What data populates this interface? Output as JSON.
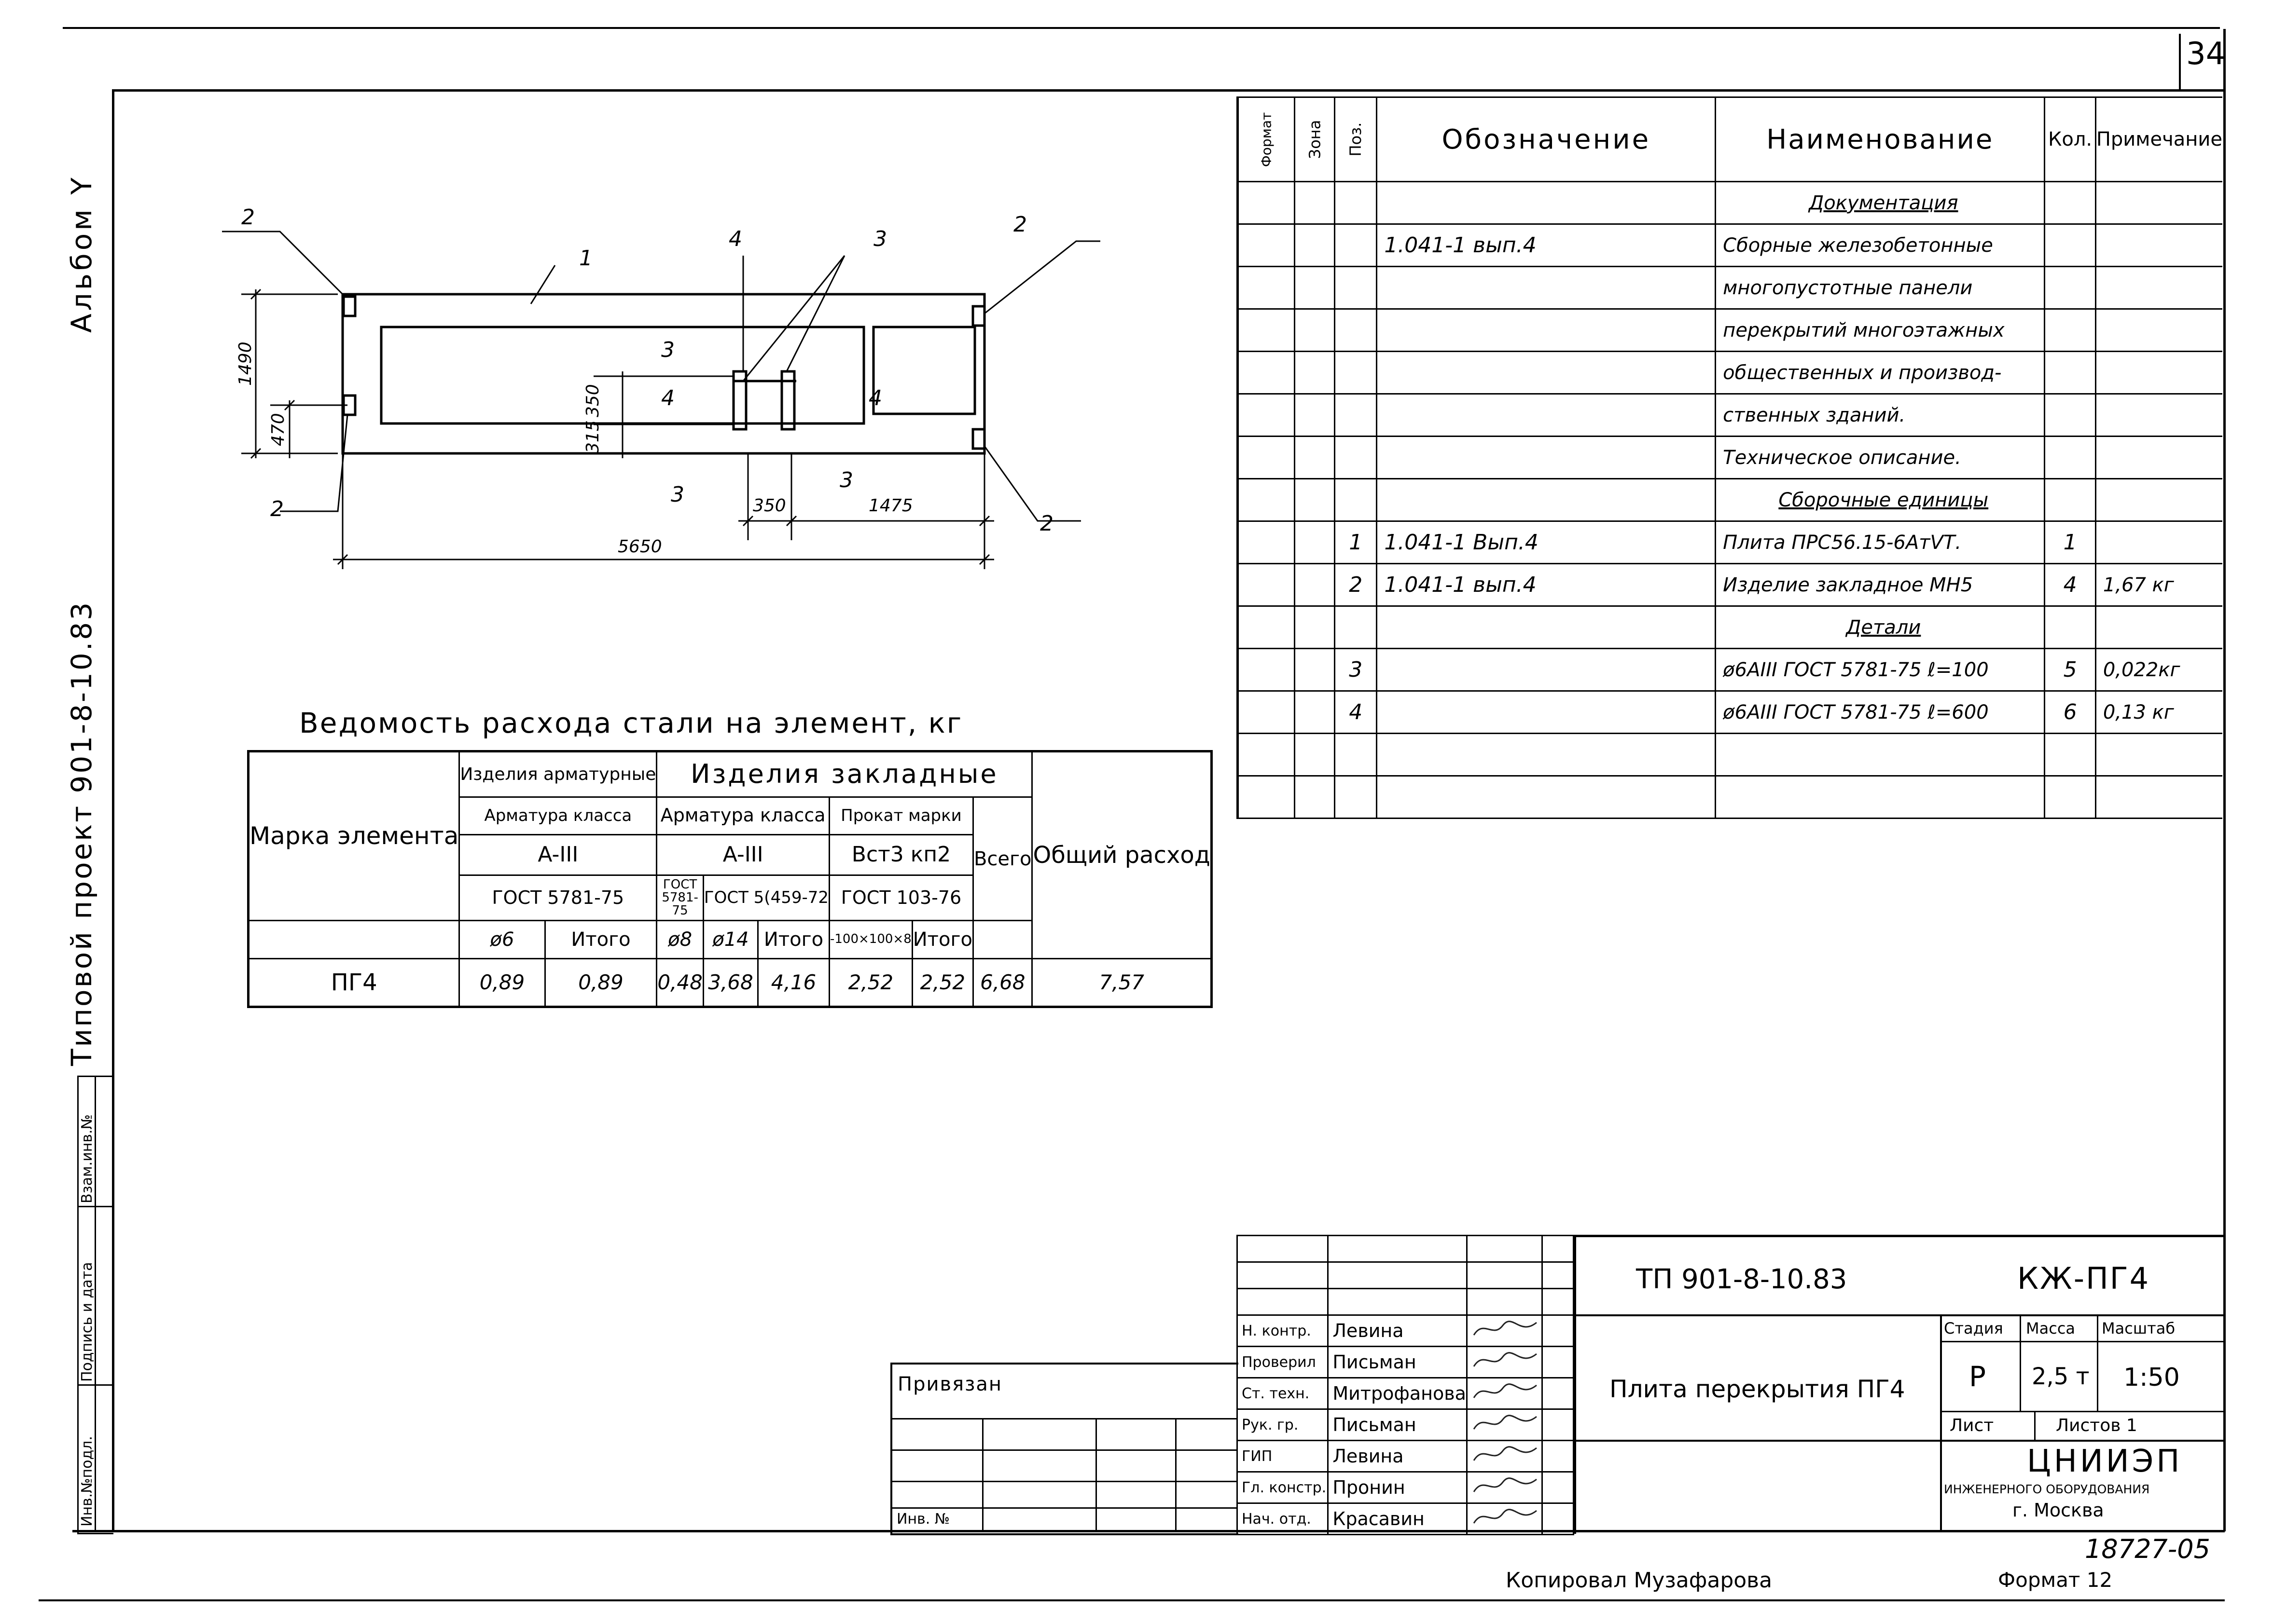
{
  "page_number": "34",
  "margin": {
    "album": "Альбом Y",
    "project": "Типовой проект 901-8-10.83",
    "stamp_cells": [
      "Инв.№подл.",
      "Подпись и дата",
      "Взам.инв.№"
    ]
  },
  "drawing": {
    "pos_labels": [
      "1",
      "2",
      "2",
      "2",
      "2",
      "3",
      "3",
      "3",
      "3",
      "4",
      "4",
      "4"
    ],
    "dims": {
      "height": "1490",
      "d470": "470",
      "d350": "350",
      "d315": "315",
      "d350b": "350",
      "d1475": "1475",
      "length": "5650"
    }
  },
  "steel_table": {
    "title": "Ведомость расхода стали на элемент, кг",
    "mark_header": "Марка элемента",
    "group_rebar": "Изделия арматурные",
    "group_embedded": "Изделия закладные",
    "rebar_class_header": "Арматура класса",
    "rebar_class": "A-III",
    "emb_rebar_class_header": "Арматура класса",
    "emb_rebar_class": "A-III",
    "rolled_header": "Прокат марки",
    "rolled_grade": "Вст3 кп2",
    "gost_1": "ГОСТ 5781-75",
    "gost_2": "ГОСТ 5781-75",
    "gost_3": "ГОСТ 5(459-72",
    "gost_4": "ГОСТ 103-76",
    "total_label": "Всего",
    "grand_total_header": "Общий расход",
    "cols": [
      "ø6",
      "Итого",
      "ø8",
      "ø14",
      "Итого",
      "-100×100×8",
      "Итого"
    ],
    "row": {
      "mark": "ПГ4",
      "values": [
        "0,89",
        "0,89",
        "0,48",
        "3,68",
        "4,16",
        "2,52",
        "2,52",
        "6,68",
        "7,57"
      ]
    }
  },
  "spec": {
    "headers": {
      "format": "Формат",
      "zone": "Зона",
      "pos": "Поз.",
      "designation": "Обозначение",
      "name": "Наименование",
      "qty": "Кол.",
      "note": "Примечание"
    },
    "rows": [
      {
        "pos": "",
        "designation": "",
        "name": "Документация",
        "qty": "",
        "note": "",
        "section": true
      },
      {
        "pos": "",
        "designation": "1.041-1 вып.4",
        "name": "Сборные железобетонные",
        "qty": "",
        "note": ""
      },
      {
        "pos": "",
        "designation": "",
        "name": "многопустотные панели",
        "qty": "",
        "note": ""
      },
      {
        "pos": "",
        "designation": "",
        "name": "перекрытий многоэтажных",
        "qty": "",
        "note": ""
      },
      {
        "pos": "",
        "designation": "",
        "name": "общественных и производ-",
        "qty": "",
        "note": ""
      },
      {
        "pos": "",
        "designation": "",
        "name": "ственных зданий.",
        "qty": "",
        "note": ""
      },
      {
        "pos": "",
        "designation": "",
        "name": "Техническое описание.",
        "qty": "",
        "note": ""
      },
      {
        "pos": "",
        "designation": "",
        "name": "Сборочные единицы",
        "qty": "",
        "note": "",
        "section": true
      },
      {
        "pos": "1",
        "designation": "1.041-1 Вып.4",
        "name": "Плита ПРС56.15-6АтVТ.",
        "qty": "1",
        "note": ""
      },
      {
        "pos": "2",
        "designation": "1.041-1 вып.4",
        "name": "Изделие закладное МН5",
        "qty": "4",
        "note": "1,67 кг"
      },
      {
        "pos": "",
        "designation": "",
        "name": "Детали",
        "qty": "",
        "note": "",
        "section": true
      },
      {
        "pos": "3",
        "designation": "",
        "name": "ø6АIII ГОСТ 5781-75 ℓ=100",
        "qty": "5",
        "note": "0,022кг"
      },
      {
        "pos": "4",
        "designation": "",
        "name": "ø6АIII ГОСТ 5781-75 ℓ=600",
        "qty": "6",
        "note": "0,13 кг"
      },
      {
        "pos": "",
        "designation": "",
        "name": "",
        "qty": "",
        "note": ""
      },
      {
        "pos": "",
        "designation": "",
        "name": "",
        "qty": "",
        "note": ""
      }
    ]
  },
  "title_block": {
    "code": "ТП 901-8-10.83",
    "sheet_code": "КЖ-ПГ4",
    "title": "Плита перекрытия ПГ4",
    "stage_label": "Стадия",
    "mass_label": "Масса",
    "scale_label": "Масштаб",
    "stage": "Р",
    "mass": "2,5 т",
    "scale": "1:50",
    "sheet_label": "Лист",
    "sheets_label": "Листов 1",
    "org_name": "ЦНИИЭП",
    "org_sub": "инженерного оборудования",
    "org_city": "г. Москва",
    "roles": [
      {
        "role": "Н. контр.",
        "name": "Левина"
      },
      {
        "role": "Проверил",
        "name": "Письман"
      },
      {
        "role": "Ст. техн.",
        "name": "Митрофанова"
      },
      {
        "role": "Рук. гр.",
        "name": "Письман"
      },
      {
        "role": "ГИП",
        "name": "Левина"
      },
      {
        "role": "Гл. констр.",
        "name": "Пронин"
      },
      {
        "role": "Нач. отд.",
        "name": "Красавин"
      }
    ],
    "bound_label": "Привязан",
    "inv_label": "Инв. №"
  },
  "footer": {
    "copied": "Копировал Музафарова",
    "format": "Формат 12",
    "archive_no": "18727-05"
  }
}
